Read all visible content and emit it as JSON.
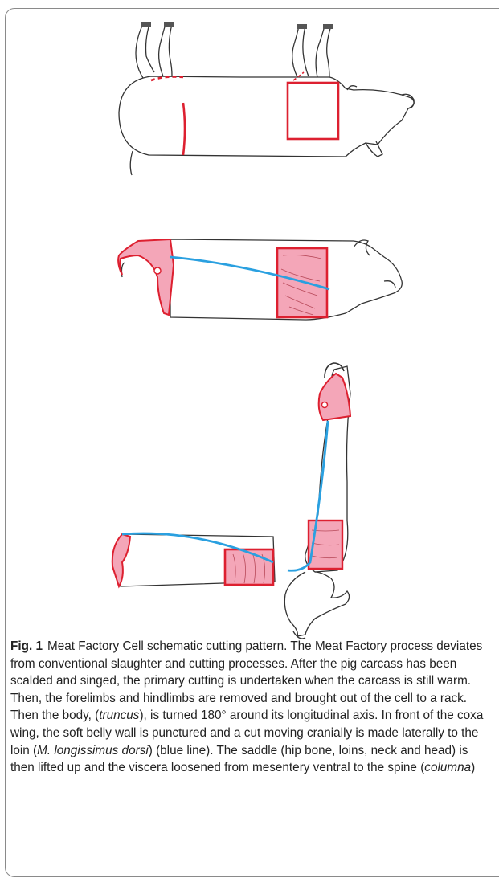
{
  "caption": {
    "label": "Fig. 1",
    "title": "Meat Factory Cell schematic cutting pattern. The Meat Factory process deviates from conventional slaughter and cutting processes. After the pig carcass has been scalded and singed, the primary cutting is undertaken when the carcass is still warm. Then, the forelimbs and hindlimbs are removed and brought out of the cell to a rack. Then the body,",
    "p_truncus_open": " (",
    "term_truncus": "truncus",
    "p_truncus_close": "), is turned 180° around its longitudinal axis. In front of the coxa wing, the soft belly wall is punctured and a cut moving cranially is made laterally to the loin (",
    "term_muscle": "M. longissimus dorsi",
    "p_after_muscle": ") (blue line). The saddle (hip bone, loins, neck and head) is then lifted up and the viscera loosened from mesentery ventral to the spine (",
    "term_columna": "columna",
    "p_end": ")"
  },
  "colors": {
    "outline": "#333333",
    "cut_red": "#dd2030",
    "cut_fill": "#f4a6b8",
    "loin_blue": "#2aa0e0",
    "frame_border": "#8a8a8a",
    "caption_text": "#222222"
  },
  "icons": [
    "pig-carcass-intact",
    "pig-carcass-limbs-removed",
    "pig-carcass-turned",
    "carcass-belly-section",
    "carcass-saddle-upright"
  ]
}
